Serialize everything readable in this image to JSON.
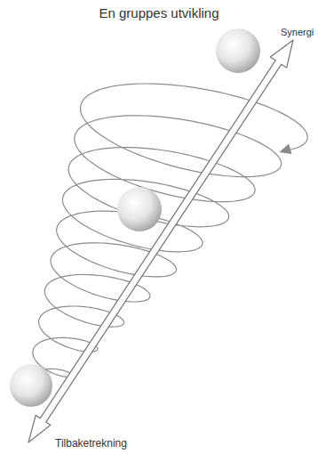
{
  "diagram": {
    "title": "En gruppes utvikling",
    "labels": [
      "Synergi",
      "Tilbaketrekning"
    ]
  }
}
